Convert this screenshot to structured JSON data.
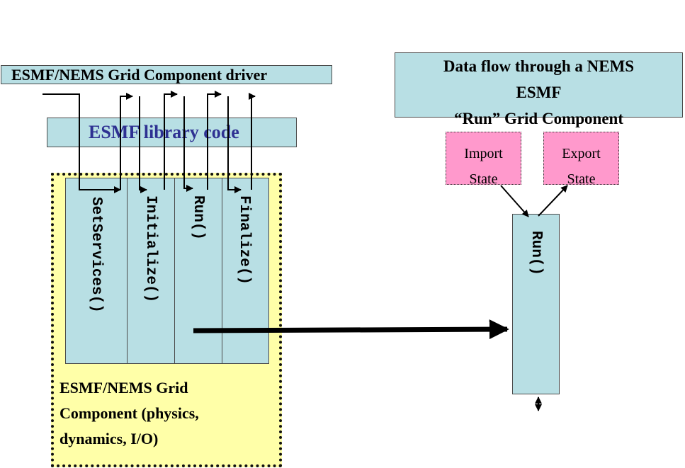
{
  "driver": {
    "label": "ESMF/NEMS Grid Component driver"
  },
  "library": {
    "label": "ESMF library code"
  },
  "columns": {
    "setservices": "SetServices()",
    "initialize": "Initialize()",
    "run": "Run()",
    "finalize": "Finalize()"
  },
  "grid_component": {
    "line1": "ESMF/NEMS Grid",
    "line2": "Component (physics,",
    "line3": "dynamics, I/O)"
  },
  "flow": {
    "title_line1": "Data flow through a NEMS",
    "title_line2": "ESMF",
    "title_line3": "“Run” Grid Component",
    "import_line1": "Import",
    "import_line2": "State",
    "export_line1": "Export",
    "export_line2": "State",
    "run_label": "Run()"
  },
  "colors": {
    "teal": "#b8dfe4",
    "yellow": "#ffffa8",
    "pink": "#ff99cc",
    "library_text": "#2e3192"
  }
}
